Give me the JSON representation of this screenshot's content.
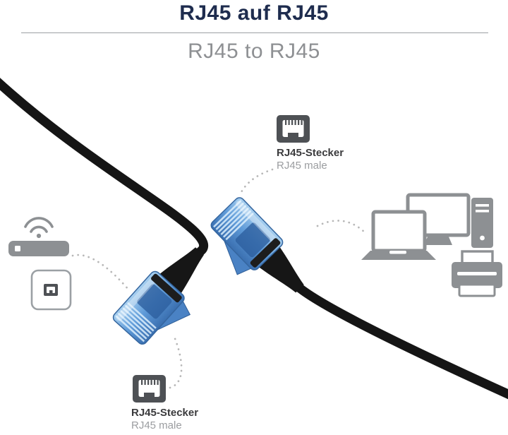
{
  "header": {
    "title": "RJ45 auf RJ45",
    "subtitle": "RJ45 to RJ45"
  },
  "annotations": {
    "top_connector": {
      "title": "RJ45-Stecker",
      "subtitle": "RJ45 male"
    },
    "bottom_connector": {
      "title": "RJ45-Stecker",
      "subtitle": "RJ45 male"
    }
  },
  "illustration": {
    "icons": [
      "wifi-router-icon",
      "wall-socket-icon",
      "rj45-port-icon-top",
      "rj45-port-icon-bottom",
      "monitor-icon",
      "laptop-icon",
      "pc-tower-icon",
      "printer-icon",
      "rj45-plug-left",
      "rj45-plug-right",
      "cable-left",
      "cable-right"
    ],
    "colors": {
      "title_navy": "#1e2c4e",
      "subtitle_gray": "#8e9093",
      "icon_gray": "#8d9093",
      "plug_blue": "#5e9ad8",
      "cable_black": "#151515",
      "dotted_gray": "#b7b7b7",
      "port_dark": "#4e5155"
    }
  }
}
